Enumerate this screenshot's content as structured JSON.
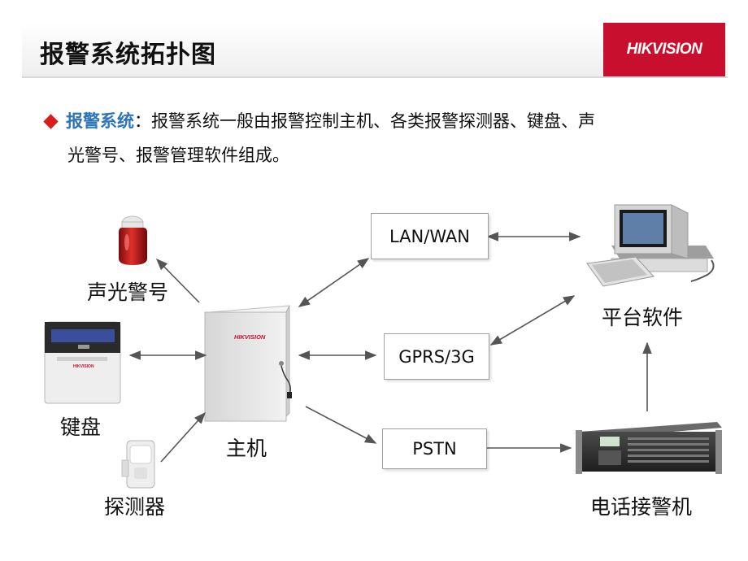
{
  "slide": {
    "title": "报警系统拓扑图",
    "brand": "HIKVISION",
    "intro": {
      "term": "报警系统",
      "separator": "：",
      "line1_rest": "报警系统一般由报警控制主机、各类报警探测器、键盘、声",
      "line2": "光警号、报警管理软件组成。"
    }
  },
  "diagram": {
    "boxes": {
      "lan_wan": "LAN/WAN",
      "gprs_3g": "GPRS/3G",
      "pstn": "PSTN"
    },
    "nodes": {
      "siren": "声光警号",
      "keypad": "键盘",
      "detector": "探测器",
      "host": "主机",
      "platform": "平台软件",
      "receiver": "电话接警机"
    },
    "host_brand": "HIKVISION"
  },
  "colors": {
    "brand_red": "#c8102e",
    "bullet_red": "#d81e18",
    "term_blue": "#2e75b6",
    "arrow": "#555555"
  },
  "icons": {
    "siren": "siren-icon",
    "keypad": "keypad-icon",
    "detector": "detector-icon",
    "host": "host-cabinet-icon",
    "platform": "computer-icon",
    "receiver": "alarm-receiver-icon"
  }
}
